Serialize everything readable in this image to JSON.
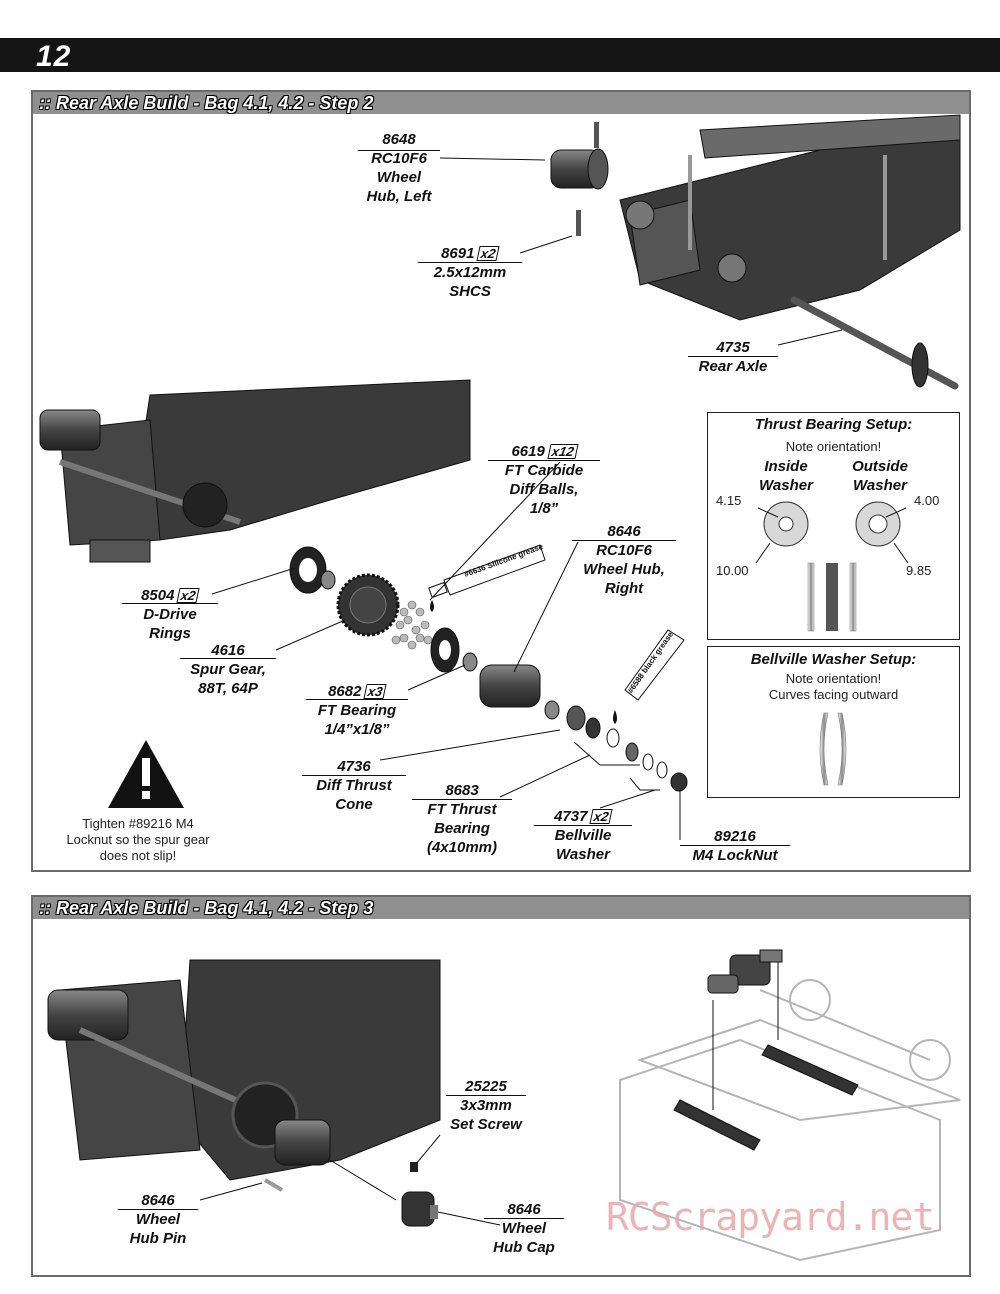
{
  "page_number": "12",
  "step2": {
    "title": ":: Rear Axle Build - Bag 4.1, 4.2 - Step 2",
    "parts": [
      {
        "id": "p8648",
        "num": "8648",
        "qty": "",
        "name": [
          "RC10F6",
          "Wheel",
          "Hub, Left"
        ]
      },
      {
        "id": "p8691",
        "num": "8691",
        "qty": "x2",
        "name": [
          "2.5x12mm",
          "SHCS"
        ]
      },
      {
        "id": "p4735",
        "num": "4735",
        "qty": "",
        "name": [
          "Rear Axle"
        ]
      },
      {
        "id": "p6619",
        "num": "6619",
        "qty": "x12",
        "name": [
          "FT Carbide",
          "Diff Balls,",
          "1/8”"
        ]
      },
      {
        "id": "p8646r",
        "num": "8646",
        "qty": "",
        "name": [
          "RC10F6",
          "Wheel Hub,",
          "Right"
        ]
      },
      {
        "id": "p8504",
        "num": "8504",
        "qty": "x2",
        "name": [
          "D-Drive",
          "Rings"
        ]
      },
      {
        "id": "p4616",
        "num": "4616",
        "qty": "",
        "name": [
          "Spur Gear,",
          "88T, 64P"
        ]
      },
      {
        "id": "p8682",
        "num": "8682",
        "qty": "x3",
        "name": [
          "FT Bearing",
          "1/4”x1/8”"
        ]
      },
      {
        "id": "p4736",
        "num": "4736",
        "qty": "",
        "name": [
          "Diff Thrust",
          "Cone"
        ]
      },
      {
        "id": "p8683",
        "num": "8683",
        "qty": "",
        "name": [
          "FT Thrust",
          "Bearing",
          "(4x10mm)"
        ]
      },
      {
        "id": "p4737",
        "num": "4737",
        "qty": "x2",
        "name": [
          "Bellville",
          "Washer"
        ]
      },
      {
        "id": "p89216",
        "num": "89216",
        "qty": "",
        "name": [
          "M4 LockNut"
        ]
      }
    ],
    "grease_tubes": [
      "#6636  Silicone grease",
      "#6588  black grease"
    ],
    "warning": "Tighten #89216 M4 Locknut so the spur gear does not slip!",
    "thrust_box": {
      "title": "Thrust Bearing Setup:",
      "note": "Note orientation!",
      "inside_label": "Inside Washer",
      "outside_label": "Outside Washer",
      "inside_inner": "4.15",
      "inside_outer": "10.00",
      "outside_inner": "4.00",
      "outside_outer": "9.85"
    },
    "bellville_box": {
      "title": "Bellville Washer Setup:",
      "note1": "Note orientation!",
      "note2": "Curves facing outward"
    }
  },
  "step3": {
    "title": ":: Rear Axle Build - Bag 4.1, 4.2 - Step 3",
    "parts": [
      {
        "id": "p25225",
        "num": "25225",
        "qty": "",
        "name": [
          "3x3mm",
          "Set Screw"
        ]
      },
      {
        "id": "p8646pin",
        "num": "8646",
        "qty": "",
        "name": [
          "Wheel",
          "Hub Pin"
        ]
      },
      {
        "id": "p8646cap",
        "num": "8646",
        "qty": "",
        "name": [
          "Wheel",
          "Hub Cap"
        ]
      }
    ]
  },
  "watermark": "RCScrapyard.net"
}
